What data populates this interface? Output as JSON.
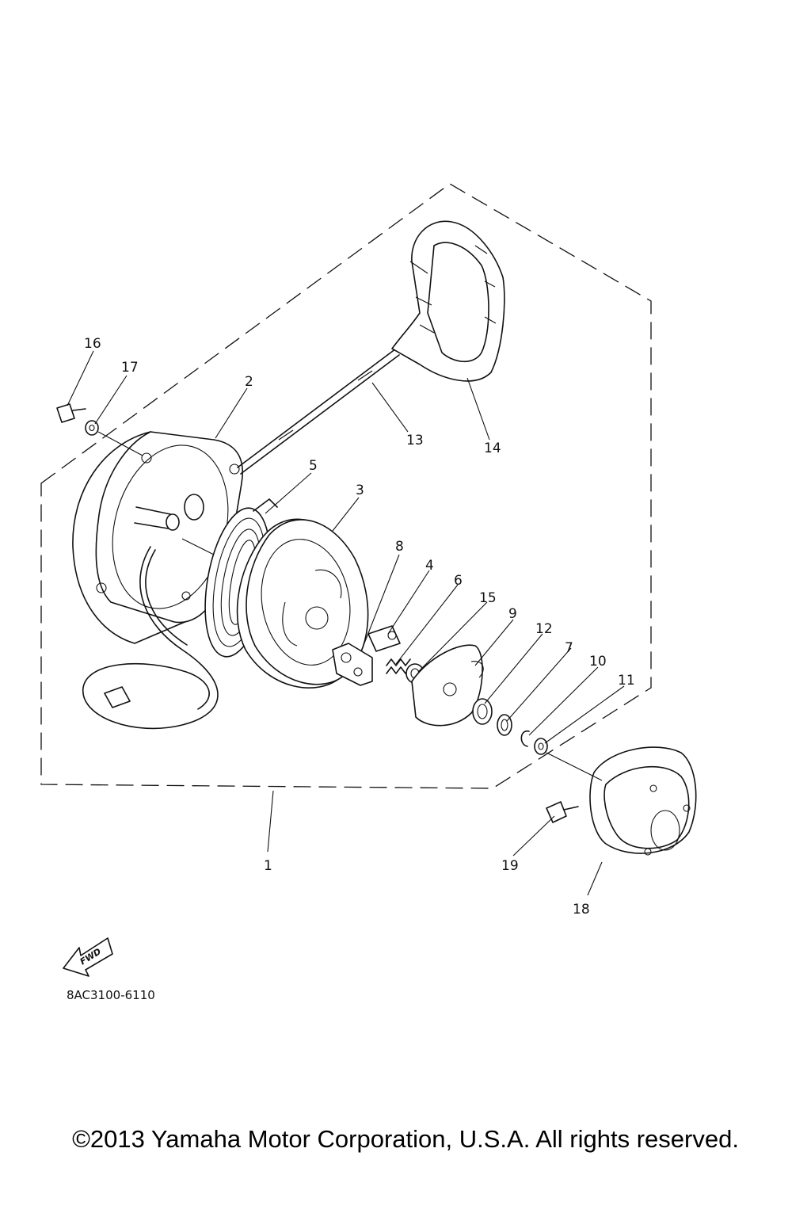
{
  "diagram_code": "8AC3100-6110",
  "copyright": "©2013 Yamaha Motor Corporation, U.S.A. All rights reserved.",
  "fwd_label": "FWD",
  "part_numbers": {
    "p1": "1",
    "p2": "2",
    "p3": "3",
    "p4": "4",
    "p5": "5",
    "p6": "6",
    "p7": "7",
    "p8": "8",
    "p9": "9",
    "p10": "10",
    "p11": "11",
    "p12": "12",
    "p13": "13",
    "p14": "14",
    "p15": "15",
    "p16": "16",
    "p17": "17",
    "p18": "18",
    "p19": "19"
  },
  "icons": [
    "fwd-arrow-icon"
  ],
  "colors": {
    "ink": "#111111",
    "background": "#ffffff"
  }
}
